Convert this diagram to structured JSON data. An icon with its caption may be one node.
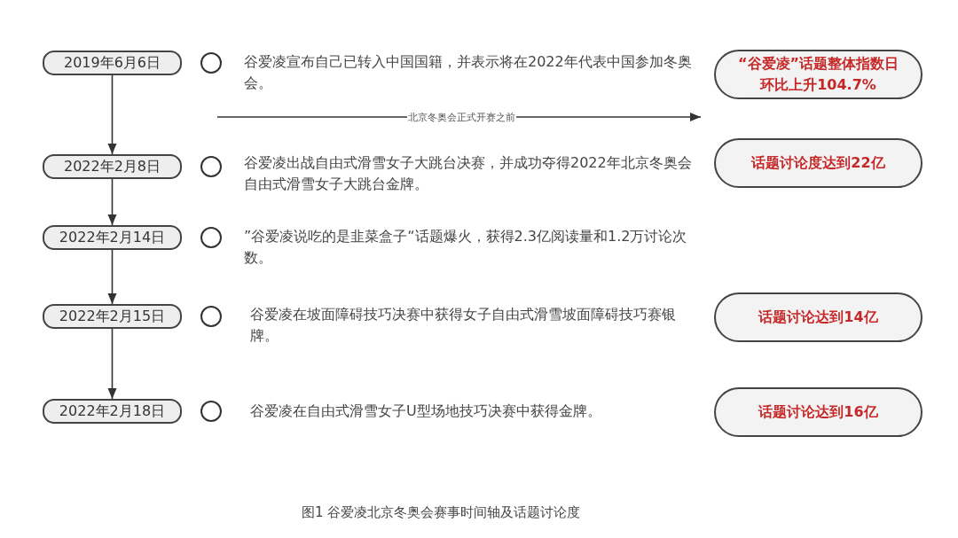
{
  "diagram": {
    "caption": "图1 谷爱凌北京冬奥会赛事时间轴及话题讨论度",
    "nodes": [
      {
        "text": [
          "2019年6月6日"
        ]
      },
      {
        "text": [],
        "shape": "circle",
        "beside": [
          "谷爱凌宣布自己已转入中国国籍，并表示将在2022年代表中国参加冬奥会。"
        ]
      },
      {
        "text": [
          "“谷爱凌”话题整体指数日环比上升104.7%"
        ]
      },
      {
        "text": [
          "2022年2月8日"
        ]
      },
      {
        "text": [],
        "shape": "circle",
        "beside": [
          "谷爱凌出战自由式滑雪女子大跳台决赛，并成功夺得2022年北京冬奥会自由式滑雪女子大跳台金牌。"
        ]
      },
      {
        "text": [
          "话题讨论度达到22亿"
        ]
      },
      {
        "text": [
          "2022年2月14日"
        ]
      },
      {
        "text": [],
        "shape": "circle",
        "beside": [
          "”谷爱凌说吃的是韭菜盒子“话题爆火，获得2.3亿阅读量和1.2万讨论次数。"
        ]
      },
      {
        "text": [
          "2022年2月15日"
        ]
      },
      {
        "text": [],
        "shape": "circle",
        "beside": [
          "谷爱凌在坡面障碍技巧决赛中获得女子自由式滑雪坡面障碍技巧赛银牌。"
        ]
      },
      {
        "text": [
          "话题讨论达到14亿"
        ]
      },
      {
        "text": [
          "2022年2月18日"
        ]
      },
      {
        "text": [],
        "shape": "circle",
        "beside": [
          "谷爱凌在自由式滑雪女子U型场地技巧决赛中获得金牌。"
        ]
      },
      {
        "text": [
          "话题讨论达到16亿"
        ]
      }
    ],
    "edges": [
      {
        "from": 0,
        "to": 3,
        "arrow": "to"
      },
      {
        "from": 3,
        "to": 6,
        "arrow": "to"
      },
      {
        "from": 6,
        "to": 8,
        "arrow": "to"
      },
      {
        "from": 8,
        "to": 11,
        "arrow": "to"
      }
    ],
    "labels": [
      "北京冬奥会正式开赛之前"
    ]
  }
}
